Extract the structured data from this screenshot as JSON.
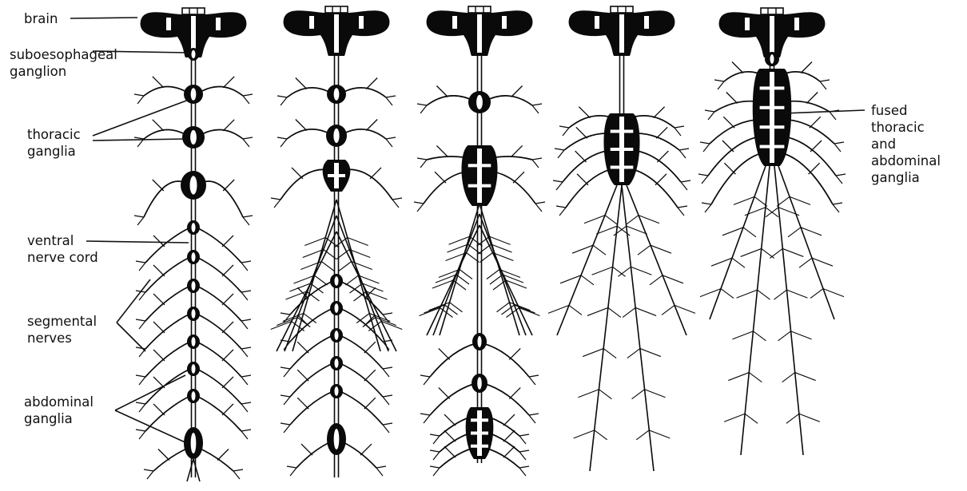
{
  "colors": {
    "ink": "#0a0a0a",
    "paper": "#ffffff"
  },
  "labels": {
    "brain": "brain",
    "suboesophageal_1": "suboesophageal",
    "suboesophageal_2": "ganglion",
    "thoracic_1": "thoracic",
    "thoracic_2": "ganglia",
    "ventral_1": "ventral",
    "ventral_2": "nerve cord",
    "segmental_1": "segmental",
    "segmental_2": "nerves",
    "abdominal_1": "abdominal",
    "abdominal_2": "ganglia",
    "fused_1": "fused",
    "fused_2": "thoracic",
    "fused_3": "and",
    "fused_4": "abdominal",
    "fused_5": "ganglia"
  }
}
